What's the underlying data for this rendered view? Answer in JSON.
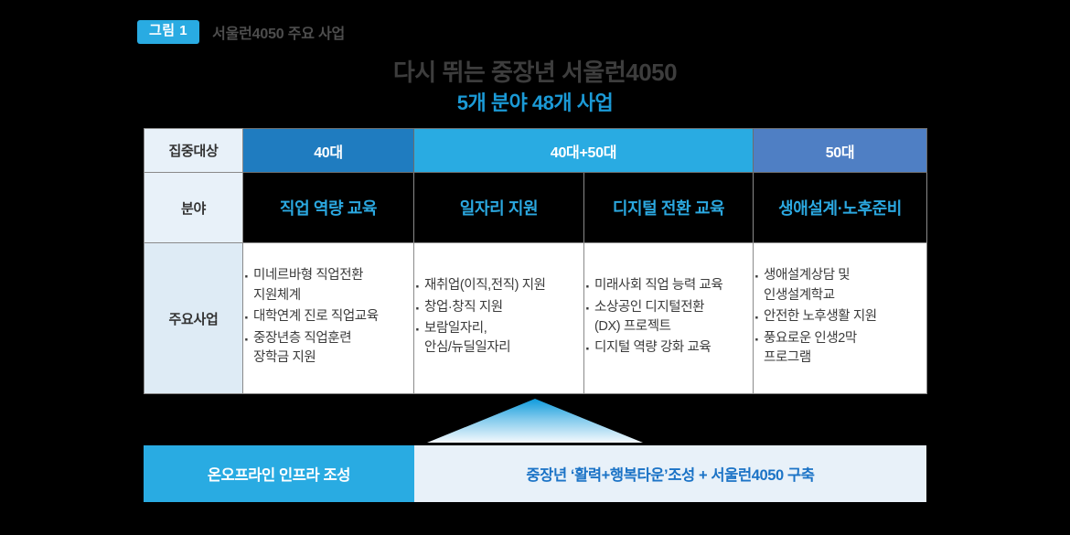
{
  "caption": {
    "badge": "그림 1",
    "text": "서울런4050 주요 사업"
  },
  "headline": {
    "line1": "다시 뛰는 중장년 서울런4050",
    "line2": "5개 분야 48개 사업"
  },
  "colors": {
    "accent_cyan": "#29ABE2",
    "accent_blue": "#1F7CC0",
    "accent_periwinkle": "#4F7FC4",
    "field_text": "#2BA8E0",
    "panel_light": "#E8F1F9",
    "bar_right_text": "#1B73C6",
    "headline_main": "#3D3D3D",
    "headline_sub": "#1B9AD6"
  },
  "table": {
    "row_labels": {
      "target": "집중대상",
      "field": "분야",
      "programs": "주요사업"
    },
    "targets": [
      {
        "label": "40대",
        "style": "hdr-40"
      },
      {
        "label": "40대+50대",
        "style": "hdr-both"
      },
      {
        "label": "50대",
        "style": "hdr-50"
      }
    ],
    "fields": [
      "직업 역량 교육",
      "일자리 지원",
      "디지털 전환 교육",
      "생애설계·노후준비"
    ],
    "programs": [
      {
        "items": [
          "미네르바형 직업전환\n지원체계",
          "대학연계 진로 직업교육",
          "중장년층 직업훈련\n장학금 지원"
        ]
      },
      {
        "items": [
          "재취업(이직,전직) 지원",
          "창업·창직 지원",
          "보람일자리,\n안심/뉴딜일자리"
        ]
      },
      {
        "items": [
          "미래사회 직업 능력 교육",
          "소상공인 디지털전환\n(DX) 프로젝트",
          "디지털 역량 강화 교육"
        ]
      },
      {
        "items": [
          "생애설계상담 및\n인생설계학교",
          "안전한 노후생활 지원",
          "풍요로운 인생2막\n프로그램"
        ]
      }
    ]
  },
  "bottom": {
    "left": "온오프라인 인프라 조성",
    "right": "중장년 ‘활력+행복타운’조성 + 서울런4050 구축"
  }
}
